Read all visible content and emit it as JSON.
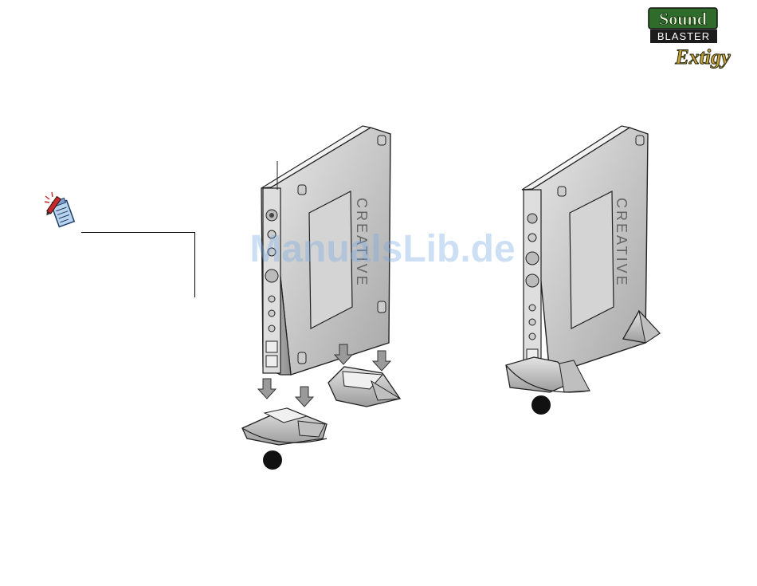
{
  "logo": {
    "line1": "Sound",
    "line2": "BLASTER",
    "line3": "Extigy"
  },
  "device": {
    "brand": "CREATIVE"
  },
  "watermark": "ManualsLib.de",
  "colors": {
    "logo_green": "#2f6b2a",
    "logo_gold": "#c8a53a",
    "watermark": "#78aae6"
  },
  "icons": {
    "note": "note-pad-icon"
  }
}
